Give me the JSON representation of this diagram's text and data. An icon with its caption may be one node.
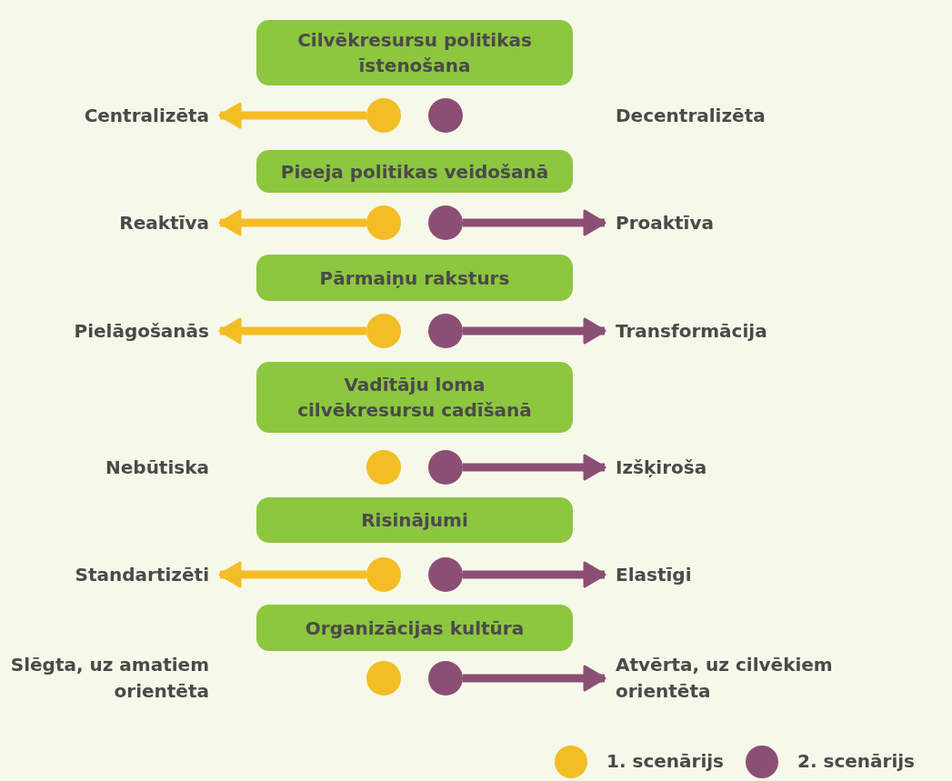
{
  "diagram": {
    "nodes": [
      {
        "text": [
          "Cilvēkresursu politikas īstenošana"
        ]
      },
      {
        "text": [
          "Centralizēta"
        ]
      },
      {
        "text": [],
        "shape": "circle"
      },
      {
        "text": [],
        "shape": "circle"
      },
      {
        "text": [
          "Decentralizēta"
        ]
      },
      {
        "text": [
          "Pieeja politikas veidošanā"
        ]
      },
      {
        "text": [
          "Reaktīva"
        ]
      },
      {
        "text": [],
        "shape": "circle"
      },
      {
        "text": [],
        "shape": "circle"
      },
      {
        "text": [
          "Proaktīva"
        ]
      },
      {
        "text": [
          "Pārmaiņu raksturs"
        ]
      },
      {
        "text": [
          "Pielāgošanās"
        ]
      },
      {
        "text": [],
        "shape": "circle"
      },
      {
        "text": [],
        "shape": "circle"
      },
      {
        "text": [
          "Transformācija"
        ]
      },
      {
        "text": [
          "Vadītāju loma cilvēkresursu cadīšanā"
        ]
      },
      {
        "text": [
          "Nebūtiska"
        ]
      },
      {
        "text": [],
        "shape": "circle"
      },
      {
        "text": [],
        "shape": "circle"
      },
      {
        "text": [
          "Izšķiroša"
        ]
      },
      {
        "text": [
          "Risinājumi"
        ]
      },
      {
        "text": [
          "Standartizēti"
        ]
      },
      {
        "text": [],
        "shape": "circle"
      },
      {
        "text": [],
        "shape": "circle"
      },
      {
        "text": [
          "Elastīgi"
        ]
      },
      {
        "text": [
          "Organizācijas kultūra"
        ]
      },
      {
        "text": [
          "Slēgta, uz amatiem orientēta"
        ]
      },
      {
        "text": [],
        "shape": "circle"
      },
      {
        "text": [],
        "shape": "circle"
      },
      {
        "text": [
          "Atvērta, uz cilvēkiem orientēta"
        ]
      }
    ],
    "edges": [
      {
        "from": 2,
        "to": 1,
        "arrow": "to",
        "color": "#f3bd25"
      },
      {
        "from": 7,
        "to": 6,
        "arrow": "to",
        "color": "#f3bd25"
      },
      {
        "from": 8,
        "to": 9,
        "arrow": "to",
        "color": "#8b4f75"
      },
      {
        "from": 12,
        "to": 11,
        "arrow": "to",
        "color": "#f3bd25"
      },
      {
        "from": 13,
        "to": 14,
        "arrow": "to",
        "color": "#8b4f75"
      },
      {
        "from": 18,
        "to": 19,
        "arrow": "to",
        "color": "#8b4f75"
      },
      {
        "from": 22,
        "to": 21,
        "arrow": "to",
        "color": "#f3bd25"
      },
      {
        "from": 23,
        "to": 24,
        "arrow": "to",
        "color": "#8b4f75"
      },
      {
        "from": 28,
        "to": 29,
        "arrow": "to",
        "color": "#8b4f75"
      }
    ],
    "legend": [
      {
        "text": "1. scenārijs",
        "color": "#f3bd25"
      },
      {
        "text": "2. scenārijs",
        "color": "#8b4f75"
      }
    ]
  }
}
